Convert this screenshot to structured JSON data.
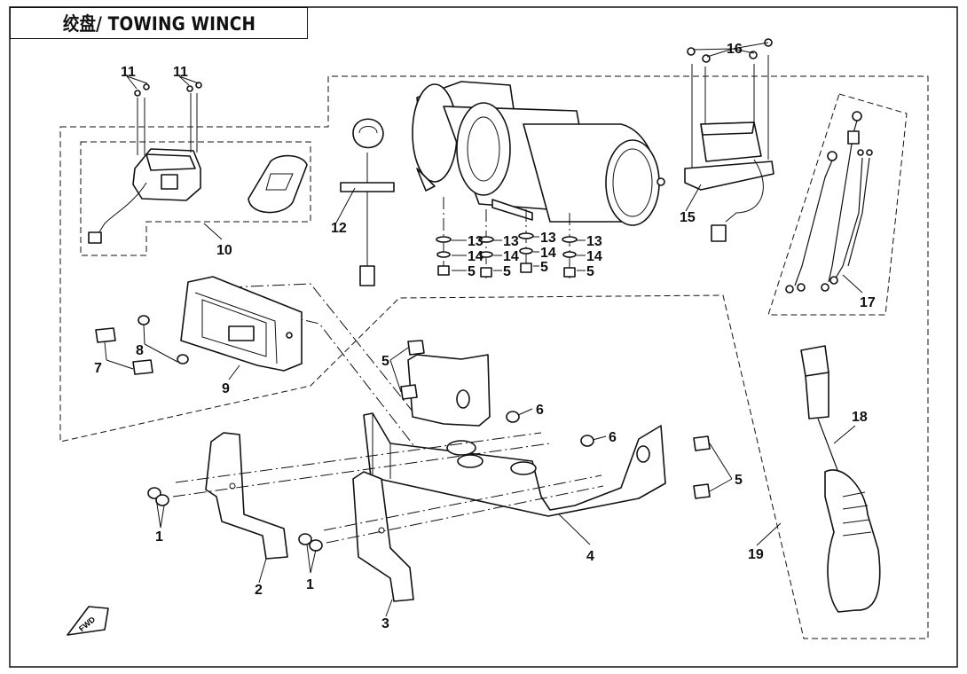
{
  "title": "绞盘/ TOWING WINCH",
  "fwd_label": "FWD",
  "callouts": {
    "c1a": "1",
    "c1b": "1",
    "c2": "2",
    "c3": "3",
    "c4": "4",
    "c5a": "5",
    "c5b": "5",
    "c5c": "5",
    "c5d": "5",
    "c5e": "5",
    "c5f": "5",
    "c6a": "6",
    "c6b": "6",
    "c7": "7",
    "c8": "8",
    "c9": "9",
    "c10": "10",
    "c11a": "11",
    "c11b": "11",
    "c12": "12",
    "c13a": "13",
    "c13b": "13",
    "c13c": "13",
    "c13d": "13",
    "c14a": "14",
    "c14b": "14",
    "c14c": "14",
    "c14d": "14",
    "c15": "15",
    "c16": "16",
    "c17": "17",
    "c18": "18",
    "c19": "19"
  }
}
